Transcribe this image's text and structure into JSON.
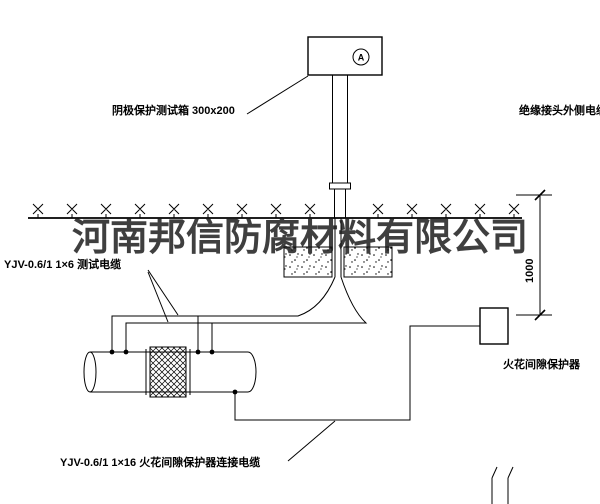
{
  "watermark": {
    "text": "河南邦信防腐材料有限公司"
  },
  "labels": {
    "test_box": "阴极保护测试箱 300x200",
    "insulated_joint_cable": "绝缘接头外侧电缆",
    "test_cable": "YJV-0.6/1  1×6  测试电缆",
    "spark_gap_protector": "火花间隙保护器",
    "protector_cable": "YJV-0.6/1  1×16  火花间隙保护器连接电缆",
    "dimension": "1000",
    "ammeter": "A"
  },
  "colors": {
    "line": "#000000",
    "watermark": "#161616",
    "background": "#ffffff"
  }
}
